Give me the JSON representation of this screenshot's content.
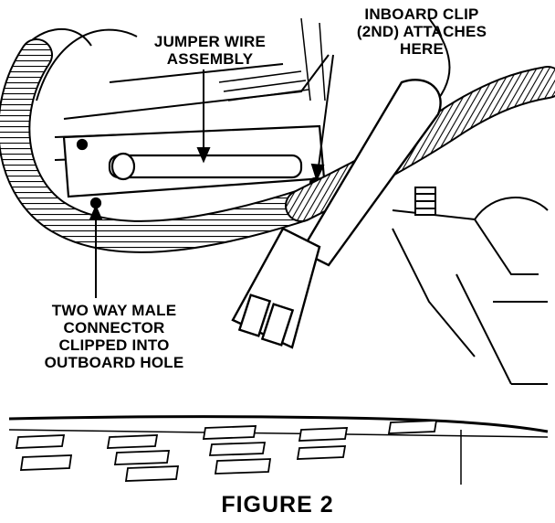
{
  "labels": {
    "jumper_wire": [
      "JUMPER WIRE",
      "ASSEMBLY"
    ],
    "inboard_clip": [
      "INBOARD CLIP",
      "(2ND) ATTACHES",
      "HERE"
    ],
    "two_way_connector": [
      "TWO WAY MALE",
      "CONNECTOR",
      "CLIPPED INTO",
      "OUTBOARD HOLE"
    ]
  },
  "caption": "FIGURE 2"
}
